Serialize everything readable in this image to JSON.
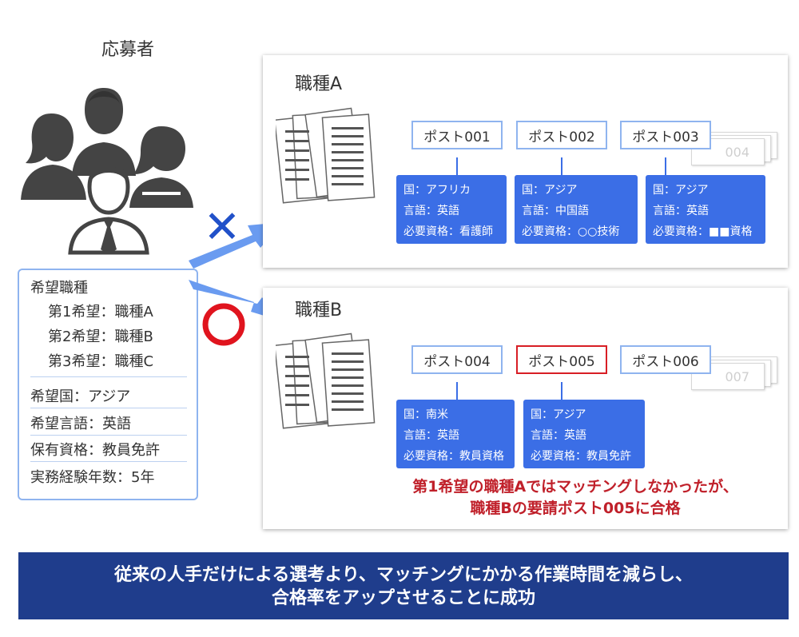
{
  "applicant": {
    "title": "応募者",
    "preferences": {
      "heading": "希望職種",
      "choices": [
        "第1希望：職種A",
        "第2希望：職種B",
        "第3希望：職種C"
      ],
      "country": "希望国：アジア",
      "language": "希望言語：英語",
      "qualification": "保有資格：教員免許",
      "experience": "実務経験年数：5年"
    }
  },
  "job_a": {
    "title": "職種A",
    "mark": "✕",
    "posts": [
      {
        "label": "ポスト001",
        "country": "国：アフリカ",
        "language": "言語：英語",
        "qualification": "必要資格：看護師"
      },
      {
        "label": "ポスト002",
        "country": "国：アジア",
        "language": "言語：中国語",
        "qualification": "必要資格：○○技術"
      },
      {
        "label": "ポスト003",
        "country": "国：アジア",
        "language": "言語：英語",
        "qualification": "必要資格：■■資格"
      }
    ],
    "ghost_post": "004"
  },
  "job_b": {
    "title": "職種B",
    "mark": "○",
    "posts": [
      {
        "label": "ポスト004",
        "country": "国：南米",
        "language": "言語：英語",
        "qualification": "必要資格：教員資格"
      },
      {
        "label": "ポスト005",
        "country": "国：アジア",
        "language": "言語：英語",
        "qualification": "必要資格：教員免許"
      },
      {
        "label": "ポスト006"
      }
    ],
    "ghost_post": "007",
    "result_lines": [
      "第1希望の職種Aではマッチングしなかったが、",
      "職種Bの要請ポスト005に合格"
    ]
  },
  "banner": {
    "lines": [
      "従来の人手だけによる選考より、マッチングにかかる作業時間を減らし、",
      "合格率をアップさせることに成功"
    ]
  },
  "colors": {
    "accent_blue": "#3b6ee6",
    "box_border": "#8fb4ef",
    "match_red": "#d81e25",
    "banner_navy": "#1f3d8c"
  }
}
